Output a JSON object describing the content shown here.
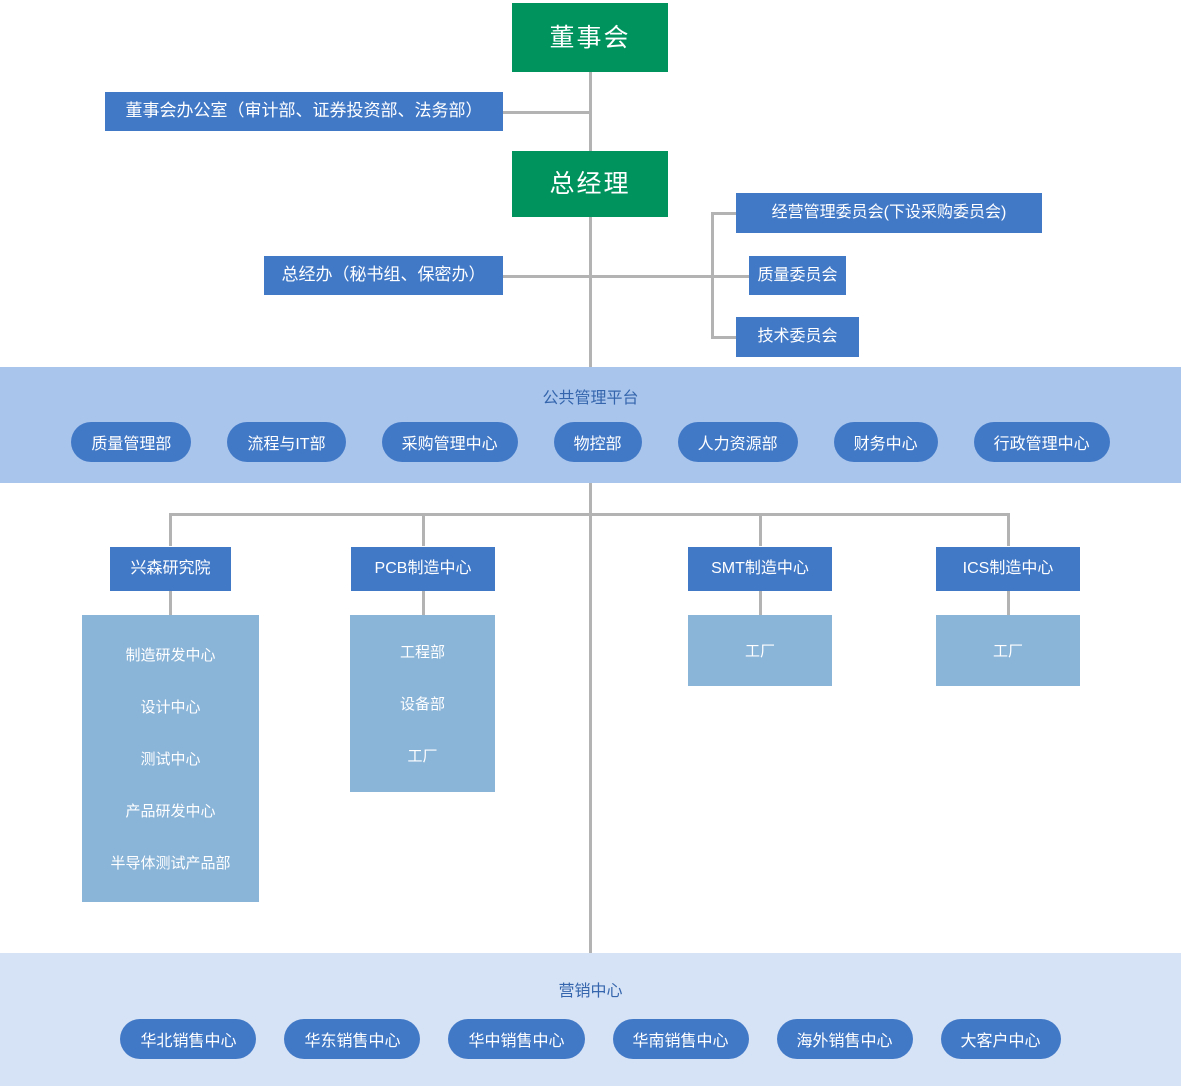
{
  "chart_title": "",
  "colors": {
    "green": "#00935E",
    "blue": "#4279C7",
    "platform_band": "#A9C5EC",
    "marketing_band": "#D6E2F5",
    "detail_panel": "#8AB4D8",
    "connector": "#B3B3B3"
  },
  "top": {
    "board": "董事会",
    "board_office": "董事会办公室（审计部、证券投资部、法务部）",
    "general_manager": "总经理",
    "gm_office": "总经办（秘书组、保密办）"
  },
  "committees": [
    {
      "label": "经营管理委员会(下设采购委员会)"
    },
    {
      "label": "质量委员会"
    },
    {
      "label": "技术委员会"
    }
  ],
  "platform": {
    "title": "公共管理平台",
    "departments": [
      {
        "label": "质量管理部"
      },
      {
        "label": "流程与IT部"
      },
      {
        "label": "采购管理中心"
      },
      {
        "label": "物控部"
      },
      {
        "label": "人力资源部"
      },
      {
        "label": "财务中心"
      },
      {
        "label": "行政管理中心"
      }
    ]
  },
  "manufacturing": [
    {
      "label": "兴森研究院",
      "children": [
        "制造研发中心",
        "设计中心",
        "测试中心",
        "产品研发中心",
        "半导体测试产品部"
      ]
    },
    {
      "label": "PCB制造中心",
      "children": [
        "工程部",
        "设备部",
        "工厂"
      ]
    },
    {
      "label": "SMT制造中心",
      "children": [
        "工厂"
      ]
    },
    {
      "label": "ICS制造中心",
      "children": [
        "工厂"
      ]
    }
  ],
  "marketing": {
    "title": "营销中心",
    "centers": [
      {
        "label": "华北销售中心"
      },
      {
        "label": "华东销售中心"
      },
      {
        "label": "华中销售中心"
      },
      {
        "label": "华南销售中心"
      },
      {
        "label": "海外销售中心"
      },
      {
        "label": "大客户中心"
      }
    ]
  }
}
